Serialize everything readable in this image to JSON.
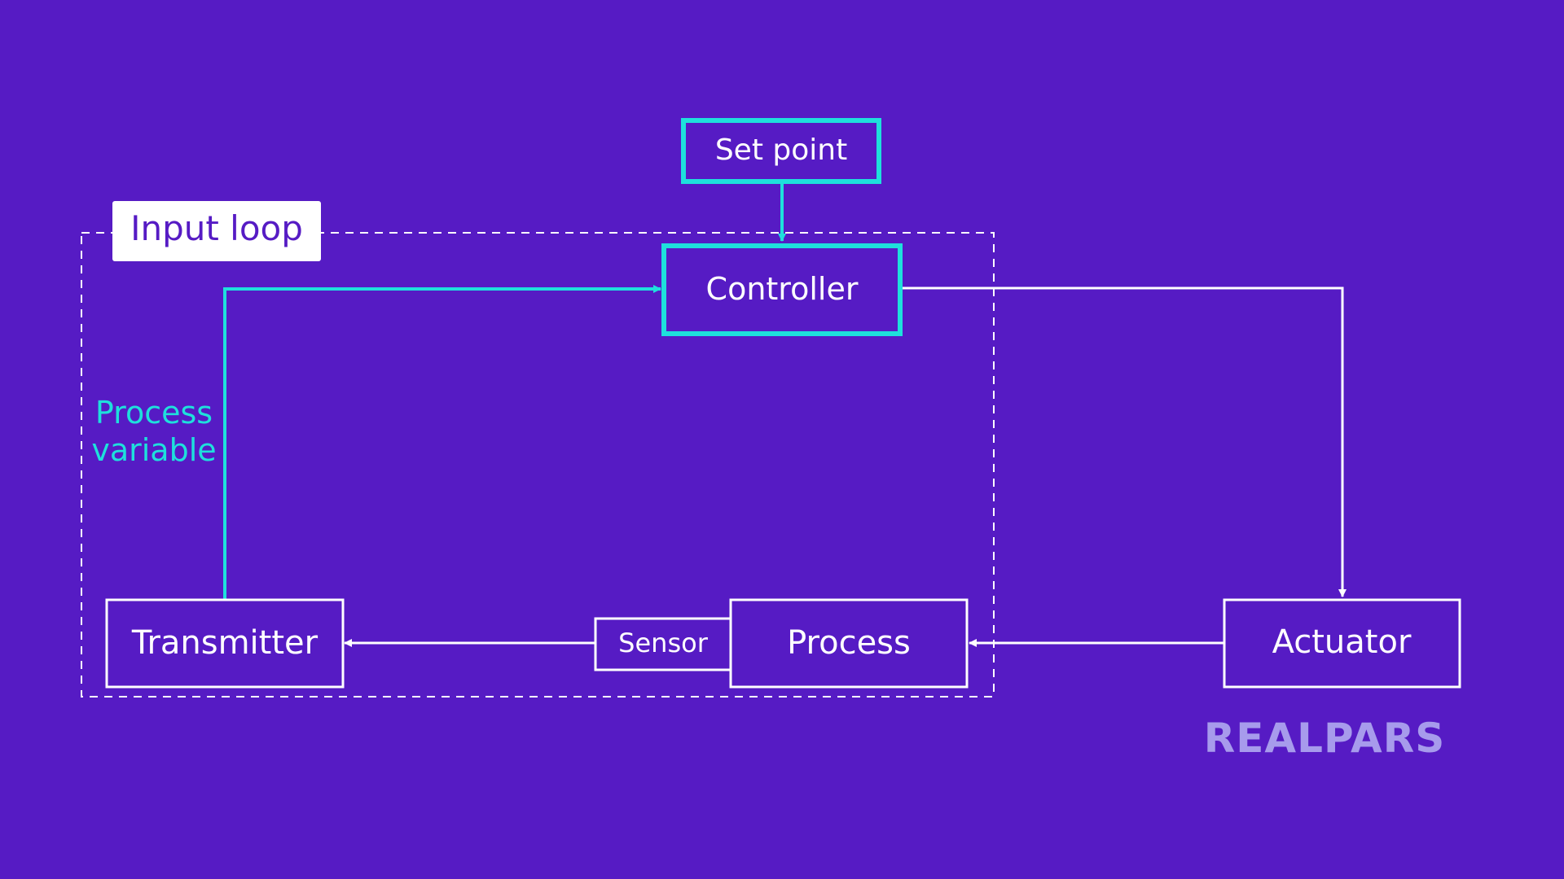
{
  "diagram": {
    "nodes": {
      "set_point": "Set point",
      "controller": "Controller",
      "transmitter": "Transmitter",
      "sensor": "Sensor",
      "process": "Process",
      "actuator": "Actuator"
    },
    "loop_label": "Input loop",
    "process_variable_line1": "Process",
    "process_variable_line2": "variable"
  },
  "brand": {
    "logo_text": "REALPARS"
  },
  "colors": {
    "background": "#561bc4",
    "accent": "#1ee0dc",
    "line": "#ffffff",
    "loop_label_text": "#561bc4",
    "logo": "#a79bec"
  }
}
